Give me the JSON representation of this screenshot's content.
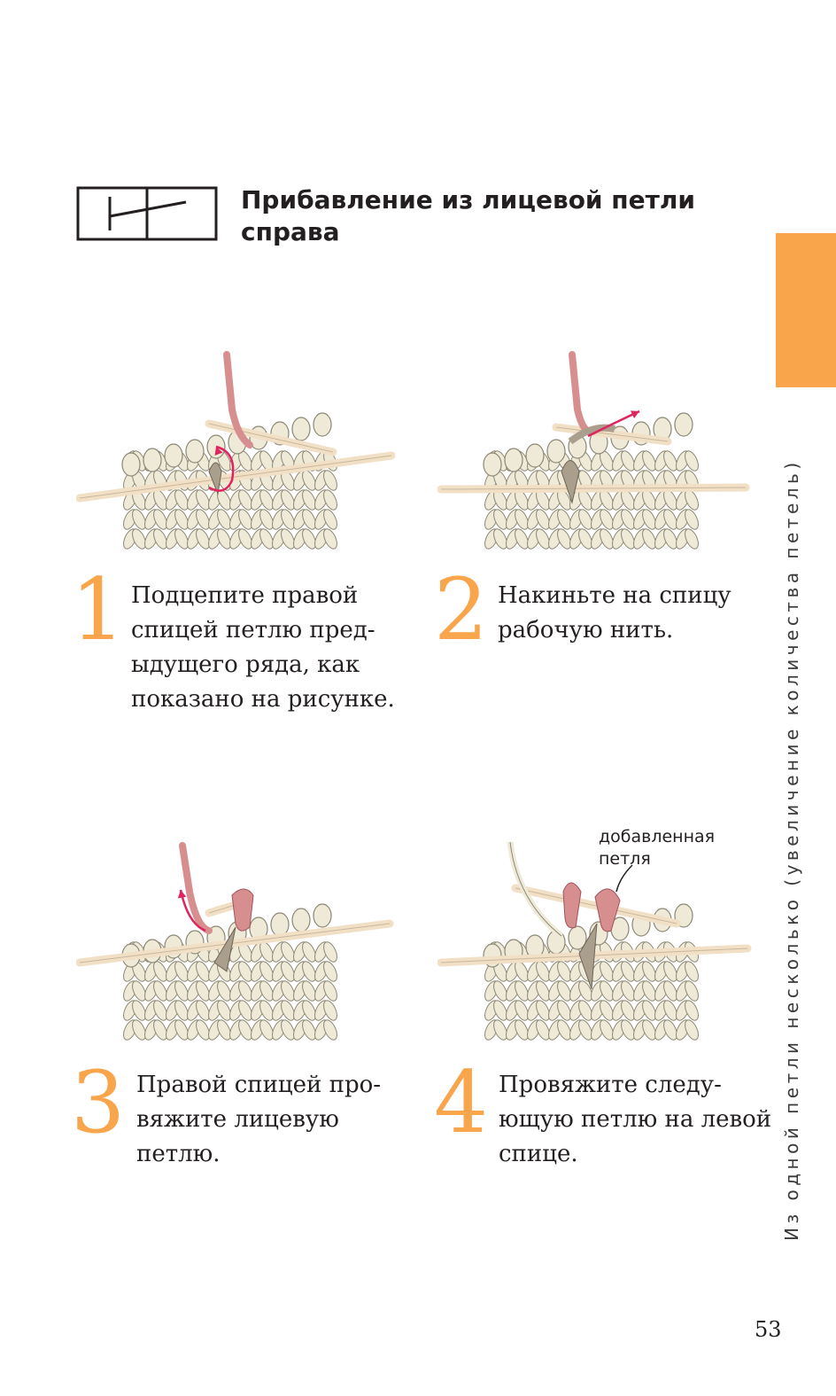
{
  "title_lines": [
    "Прибавление из лицевой петли",
    "справа"
  ],
  "side_caption": "Из одной петли несколько (увеличение количества петель)",
  "steps": [
    {
      "number": "1",
      "lines": [
        "Подцепите правой",
        "спицей петлю пред-",
        "ыдущего ряда, как",
        "показано на рисунке."
      ]
    },
    {
      "number": "2",
      "lines": [
        "Накиньте на спицу",
        "рабочую нить."
      ]
    },
    {
      "number": "3",
      "lines": [
        "Правой спицей про-",
        "вяжите лицевую",
        "петлю."
      ]
    },
    {
      "number": "4",
      "lines": [
        "Провяжите следу-",
        "ющую петлю на левой",
        "спице."
      ]
    }
  ],
  "callout_lines": [
    "добавленная",
    "петля"
  ],
  "page_number": "53",
  "colors": {
    "accent": "#f9a54c",
    "yarn": "#efead8",
    "yarn_outline": "#8c8774",
    "needle": "#f1dfc6",
    "working_thread": "#d78e8e",
    "highlight_loop": "#aa9e8c",
    "arrow": "#e0245e"
  },
  "icons": [
    "knit-chart-symbol-icon",
    "arrow-icon"
  ]
}
